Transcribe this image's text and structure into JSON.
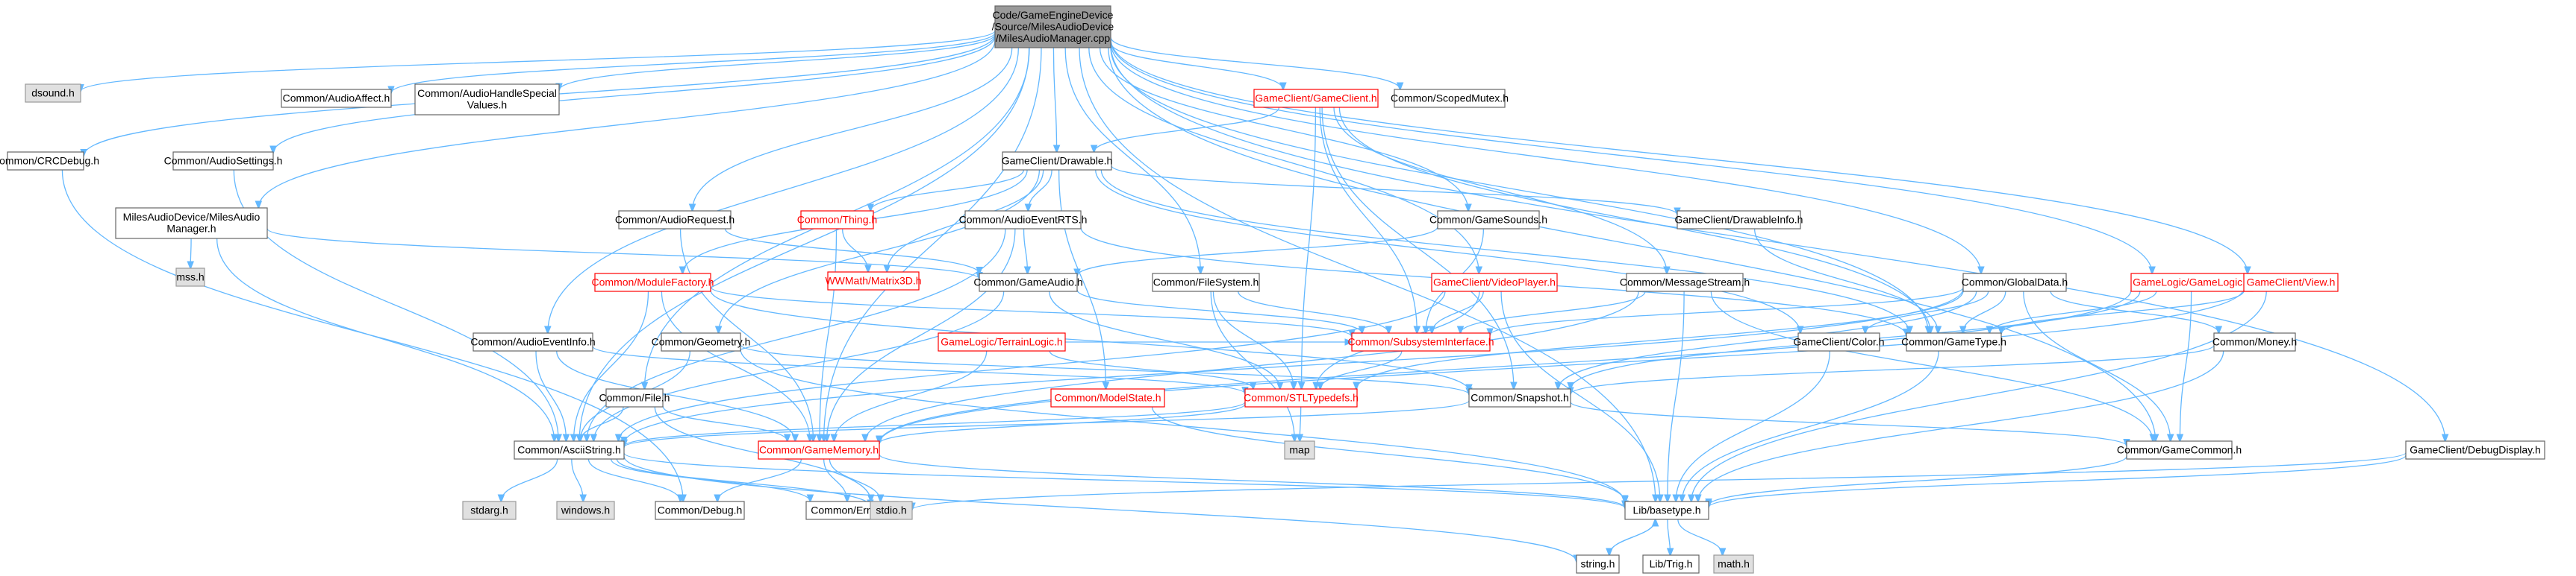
{
  "colors": {
    "edge": "#63b8ff",
    "node_border": "#666666",
    "red_border": "#ff0000",
    "root_fill": "#999999",
    "gray_fill": "#e0e0e0",
    "white_fill": "#ffffff",
    "text": "#000000",
    "red_text": "#ff0000"
  },
  "diagram": {
    "nodes": [
      {
        "id": "root",
        "lines": [
          "Code/GameEngineDevice",
          "/Source/MilesAudioDevice",
          "/MilesAudioManager.cpp"
        ],
        "style": "root"
      },
      {
        "id": "dsound",
        "lines": [
          "dsound.h"
        ],
        "style": "gray"
      },
      {
        "id": "crcdebug",
        "lines": [
          "Common/CRCDebug.h"
        ],
        "style": "normal"
      },
      {
        "id": "milesmgr",
        "lines": [
          "MilesAudioDevice/MilesAudio",
          "Manager.h"
        ],
        "style": "normal"
      },
      {
        "id": "mss",
        "lines": [
          "mss.h"
        ],
        "style": "gray"
      },
      {
        "id": "audiosettings",
        "lines": [
          "Common/AudioSettings.h"
        ],
        "style": "normal"
      },
      {
        "id": "audioaffect",
        "lines": [
          "Common/AudioAffect.h"
        ],
        "style": "normal"
      },
      {
        "id": "audiohandle",
        "lines": [
          "Common/AudioHandleSpecial",
          "Values.h"
        ],
        "style": "normal"
      },
      {
        "id": "gameclient",
        "lines": [
          "GameClient/GameClient.h"
        ],
        "style": "red"
      },
      {
        "id": "scopedmutex",
        "lines": [
          "Common/ScopedMutex.h"
        ],
        "style": "normal"
      },
      {
        "id": "drawable",
        "lines": [
          "GameClient/Drawable.h"
        ],
        "style": "normal"
      },
      {
        "id": "audiorequest",
        "lines": [
          "Common/AudioRequest.h"
        ],
        "style": "normal"
      },
      {
        "id": "thing",
        "lines": [
          "Common/Thing.h"
        ],
        "style": "red"
      },
      {
        "id": "audioeventrts",
        "lines": [
          "Common/AudioEventRTS.h"
        ],
        "style": "normal"
      },
      {
        "id": "gamesounds",
        "lines": [
          "Common/GameSounds.h"
        ],
        "style": "normal"
      },
      {
        "id": "drawableinfo",
        "lines": [
          "GameClient/DrawableInfo.h"
        ],
        "style": "normal"
      },
      {
        "id": "matrix3d",
        "lines": [
          "WWMath/Matrix3D.h"
        ],
        "style": "red"
      },
      {
        "id": "modulefactory",
        "lines": [
          "Common/ModuleFactory.h"
        ],
        "style": "red"
      },
      {
        "id": "gameaudio",
        "lines": [
          "Common/GameAudio.h"
        ],
        "style": "normal"
      },
      {
        "id": "filesystem",
        "lines": [
          "Common/FileSystem.h"
        ],
        "style": "normal"
      },
      {
        "id": "videoplayer",
        "lines": [
          "GameClient/VideoPlayer.h"
        ],
        "style": "red"
      },
      {
        "id": "messagestream",
        "lines": [
          "Common/MessageStream.h"
        ],
        "style": "normal"
      },
      {
        "id": "globaldata",
        "lines": [
          "Common/GlobalData.h"
        ],
        "style": "normal"
      },
      {
        "id": "gamelogic",
        "lines": [
          "GameLogic/GameLogic.h"
        ],
        "style": "red"
      },
      {
        "id": "view",
        "lines": [
          "GameClient/View.h"
        ],
        "style": "red"
      },
      {
        "id": "audioeventinfo",
        "lines": [
          "Common/AudioEventInfo.h"
        ],
        "style": "normal"
      },
      {
        "id": "geometry",
        "lines": [
          "Common/Geometry.h"
        ],
        "style": "normal"
      },
      {
        "id": "terrainlogic",
        "lines": [
          "GameLogic/TerrainLogic.h"
        ],
        "style": "red"
      },
      {
        "id": "subsystem",
        "lines": [
          "Common/SubsystemInterface.h"
        ],
        "style": "red"
      },
      {
        "id": "color",
        "lines": [
          "GameClient/Color.h"
        ],
        "style": "normal"
      },
      {
        "id": "gametype",
        "lines": [
          "Common/GameType.h"
        ],
        "style": "normal"
      },
      {
        "id": "money",
        "lines": [
          "Common/Money.h"
        ],
        "style": "normal"
      },
      {
        "id": "file",
        "lines": [
          "Common/File.h"
        ],
        "style": "normal"
      },
      {
        "id": "modelstate",
        "lines": [
          "Common/ModelState.h"
        ],
        "style": "red"
      },
      {
        "id": "stltypedefs",
        "lines": [
          "Common/STLTypedefs.h"
        ],
        "style": "red"
      },
      {
        "id": "snapshot",
        "lines": [
          "Common/Snapshot.h"
        ],
        "style": "normal"
      },
      {
        "id": "map",
        "lines": [
          "map"
        ],
        "style": "gray"
      },
      {
        "id": "asciistring",
        "lines": [
          "Common/AsciiString.h"
        ],
        "style": "normal"
      },
      {
        "id": "gamememory",
        "lines": [
          "Common/GameMemory.h"
        ],
        "style": "red"
      },
      {
        "id": "gamecommon",
        "lines": [
          "Common/GameCommon.h"
        ],
        "style": "normal"
      },
      {
        "id": "debugdisplay",
        "lines": [
          "GameClient/DebugDisplay.h"
        ],
        "style": "normal"
      },
      {
        "id": "stdarg",
        "lines": [
          "stdarg.h"
        ],
        "style": "gray"
      },
      {
        "id": "windows",
        "lines": [
          "windows.h"
        ],
        "style": "gray"
      },
      {
        "id": "debug",
        "lines": [
          "Common/Debug.h"
        ],
        "style": "normal"
      },
      {
        "id": "errors",
        "lines": [
          "Common/Errors.h"
        ],
        "style": "normal"
      },
      {
        "id": "stdio",
        "lines": [
          "stdio.h"
        ],
        "style": "gray"
      },
      {
        "id": "basetype",
        "lines": [
          "Lib/basetype.h"
        ],
        "style": "normal"
      },
      {
        "id": "stringh",
        "lines": [
          "string.h"
        ],
        "style": "normal"
      },
      {
        "id": "trig",
        "lines": [
          "Lib/Trig.h"
        ],
        "style": "normal"
      },
      {
        "id": "math",
        "lines": [
          "math.h"
        ],
        "style": "gray"
      }
    ],
    "edges": [
      [
        "root",
        "dsound"
      ],
      [
        "root",
        "crcdebug"
      ],
      [
        "root",
        "milesmgr"
      ],
      [
        "root",
        "audiosettings"
      ],
      [
        "root",
        "audioaffect"
      ],
      [
        "root",
        "audiohandle"
      ],
      [
        "root",
        "gameclient"
      ],
      [
        "root",
        "scopedmutex"
      ],
      [
        "root",
        "drawable"
      ],
      [
        "root",
        "audiorequest"
      ],
      [
        "root",
        "gamesounds"
      ],
      [
        "root",
        "filesystem"
      ],
      [
        "root",
        "videoplayer"
      ],
      [
        "root",
        "globaldata"
      ],
      [
        "root",
        "gamelogic"
      ],
      [
        "root",
        "view"
      ],
      [
        "root",
        "audioeventinfo"
      ],
      [
        "root",
        "file"
      ],
      [
        "root",
        "asciistring"
      ],
      [
        "root",
        "gamememory"
      ],
      [
        "root",
        "gamecommon"
      ],
      [
        "root",
        "debugdisplay"
      ],
      [
        "root",
        "basetype"
      ],
      [
        "root",
        "gametype"
      ],
      [
        "crcdebug",
        "debug"
      ],
      [
        "milesmgr",
        "mss"
      ],
      [
        "milesmgr",
        "gameaudio"
      ],
      [
        "milesmgr",
        "asciistring"
      ],
      [
        "audiosettings",
        "asciistring"
      ],
      [
        "gameclient",
        "drawable"
      ],
      [
        "gameclient",
        "messagestream"
      ],
      [
        "gameclient",
        "subsystem"
      ],
      [
        "gameclient",
        "gametype"
      ],
      [
        "gameclient",
        "stltypedefs"
      ],
      [
        "gameclient",
        "snapshot"
      ],
      [
        "drawable",
        "thing"
      ],
      [
        "drawable",
        "audioeventrts"
      ],
      [
        "drawable",
        "drawableinfo"
      ],
      [
        "drawable",
        "matrix3d"
      ],
      [
        "drawable",
        "modulefactory"
      ],
      [
        "drawable",
        "modelstate"
      ],
      [
        "drawable",
        "geometry"
      ],
      [
        "drawable",
        "color"
      ],
      [
        "drawable",
        "gametype"
      ],
      [
        "audiorequest",
        "gameaudio"
      ],
      [
        "audiorequest",
        "gamememory"
      ],
      [
        "thing",
        "matrix3d"
      ],
      [
        "thing",
        "gamememory"
      ],
      [
        "audioeventrts",
        "gameaudio"
      ],
      [
        "audioeventrts",
        "asciistring"
      ],
      [
        "audioeventrts",
        "gametype"
      ],
      [
        "audioeventrts",
        "gamememory"
      ],
      [
        "gamesounds",
        "gameaudio"
      ],
      [
        "gamesounds",
        "subsystem"
      ],
      [
        "drawableinfo",
        "gametype"
      ],
      [
        "modulefactory",
        "subsystem"
      ],
      [
        "modulefactory",
        "asciistring"
      ],
      [
        "modulefactory",
        "snapshot"
      ],
      [
        "modulefactory",
        "gamememory"
      ],
      [
        "gameaudio",
        "subsystem"
      ],
      [
        "gameaudio",
        "stltypedefs"
      ],
      [
        "gameaudio",
        "asciistring"
      ],
      [
        "filesystem",
        "subsystem"
      ],
      [
        "filesystem",
        "stltypedefs"
      ],
      [
        "filesystem",
        "map"
      ],
      [
        "videoplayer",
        "subsystem"
      ],
      [
        "videoplayer",
        "stltypedefs"
      ],
      [
        "videoplayer",
        "asciistring"
      ],
      [
        "videoplayer",
        "basetype"
      ],
      [
        "messagestream",
        "subsystem"
      ],
      [
        "messagestream",
        "gamememory"
      ],
      [
        "messagestream",
        "basetype"
      ],
      [
        "messagestream",
        "gamecommon"
      ],
      [
        "globaldata",
        "subsystem"
      ],
      [
        "globaldata",
        "gametype"
      ],
      [
        "globaldata",
        "color"
      ],
      [
        "globaldata",
        "money"
      ],
      [
        "globaldata",
        "stltypedefs"
      ],
      [
        "globaldata",
        "snapshot"
      ],
      [
        "globaldata",
        "asciistring"
      ],
      [
        "globaldata",
        "gamecommon"
      ],
      [
        "gamelogic",
        "gametype"
      ],
      [
        "gamelogic",
        "snapshot"
      ],
      [
        "gamelogic",
        "gamecommon"
      ],
      [
        "gamelogic",
        "gamememory"
      ],
      [
        "view",
        "gametype"
      ],
      [
        "view",
        "gamememory"
      ],
      [
        "view",
        "basetype"
      ],
      [
        "audioeventinfo",
        "asciistring"
      ],
      [
        "audioeventinfo",
        "stltypedefs"
      ],
      [
        "audioeventinfo",
        "gamememory"
      ],
      [
        "geometry",
        "snapshot"
      ],
      [
        "geometry",
        "asciistring"
      ],
      [
        "geometry",
        "basetype"
      ],
      [
        "terrainlogic",
        "stltypedefs"
      ],
      [
        "terrainlogic",
        "gamememory"
      ],
      [
        "terrainlogic",
        "subsystem"
      ],
      [
        "subsystem",
        "stltypedefs"
      ],
      [
        "color",
        "basetype"
      ],
      [
        "gametype",
        "basetype"
      ],
      [
        "money",
        "snapshot"
      ],
      [
        "money",
        "basetype"
      ],
      [
        "file",
        "asciistring"
      ],
      [
        "file",
        "stdio"
      ],
      [
        "file",
        "gamememory"
      ],
      [
        "modelstate",
        "basetype"
      ],
      [
        "stltypedefs",
        "asciistring"
      ],
      [
        "stltypedefs",
        "gamememory"
      ],
      [
        "stltypedefs",
        "map"
      ],
      [
        "snapshot",
        "asciistring"
      ],
      [
        "snapshot",
        "gamecommon"
      ],
      [
        "asciistring",
        "stdarg"
      ],
      [
        "asciistring",
        "windows"
      ],
      [
        "asciistring",
        "debug"
      ],
      [
        "asciistring",
        "errors"
      ],
      [
        "asciistring",
        "stdio"
      ],
      [
        "asciistring",
        "stringh"
      ],
      [
        "asciistring",
        "basetype"
      ],
      [
        "gamememory",
        "debug"
      ],
      [
        "gamememory",
        "errors"
      ],
      [
        "gamememory",
        "stdio"
      ],
      [
        "gamememory",
        "basetype"
      ],
      [
        "gamecommon",
        "basetype"
      ],
      [
        "debugdisplay",
        "basetype"
      ],
      [
        "debugdisplay",
        "stdio"
      ],
      [
        "basetype",
        "stringh"
      ],
      [
        "basetype",
        "trig"
      ],
      [
        "basetype",
        "math"
      ],
      [
        "stringh",
        "basetype"
      ]
    ]
  }
}
